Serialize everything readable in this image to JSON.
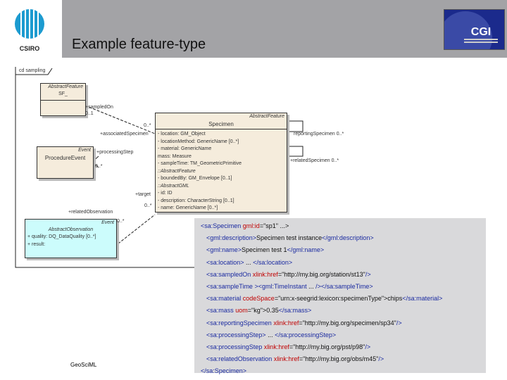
{
  "header": {
    "title": "Example feature-type",
    "left_logo_text": "CSIRO",
    "right_logo_text": "CGI"
  },
  "diagram": {
    "frame_label": "cd sampling",
    "abstract_feature_box": {
      "stereotype": "AbstractFeature",
      "name": "SF_"
    },
    "specimen": {
      "stereotype": "AbstractFeature",
      "name": "Specimen",
      "attributes": [
        "-  location: GM_Object",
        "-  locationMethod: GenericName [0..*]",
        "-  material: GenericName",
        "   mass: Measure",
        "-  sampleTime: TM_GeometricPrimitive",
        "::AbstractFeature",
        "-  boundedBy: GM_Envelope [0..1]",
        "::AbstractGML",
        "-  id: ID",
        "-  description: CharacterString [0..1]",
        "-  name: GenericName [0..*]"
      ]
    },
    "procedure_event": {
      "stereotype": "Event",
      "name": "ProcedureEvent"
    },
    "observation": {
      "stereotype": "Event",
      "name": "AbstractObservation",
      "attributes": [
        "+  quality: DQ_DataQuality [0..*]",
        "+  result:"
      ]
    },
    "labels": {
      "sampled_on": "+sampledOn",
      "sampled_on_mult": "0..1",
      "assoc_mult": "0..*",
      "associated": "+associatedSpecimen",
      "processing": "+processingStep",
      "processing_mult": "0..*",
      "target": "+target",
      "target_mult": "0..*",
      "related_obs": "+relatedObservation",
      "related_obs_mult": "0..*",
      "reporting": "reportingSpecimen 0..*",
      "related_spec": "+relatedSpecimen 0..*"
    }
  },
  "xml": {
    "lines": [
      [
        [
          "t",
          "<sa:Specimen "
        ],
        [
          "a",
          "gml:id"
        ],
        [
          "v",
          "=\"sp1\"    ...>"
        ]
      ],
      [
        [
          "t",
          "<gml:description>"
        ],
        [
          "v",
          "Specimen test instance"
        ],
        [
          "t",
          "</gml:description>"
        ]
      ],
      [
        [
          "t",
          "<gml:name>"
        ],
        [
          "v",
          "Specimen test 1"
        ],
        [
          "t",
          "</gml:name>"
        ]
      ],
      [
        [
          "t",
          "<sa:location>"
        ],
        [
          "v",
          "      ...    "
        ],
        [
          "t",
          "</sa:location>"
        ]
      ],
      [
        [
          "t",
          "<sa:sampledOn "
        ],
        [
          "a",
          "xlink:href"
        ],
        [
          "v",
          "=\"http://my.big.org/station/st13\""
        ],
        [
          "t",
          "/>"
        ]
      ],
      [
        [
          "t",
          "<sa:sampleTime ><gml:TimeInstant"
        ],
        [
          "v",
          " ...      "
        ],
        [
          "t",
          "/></sa:sampleTime>"
        ]
      ],
      [
        [
          "t",
          "<sa:material "
        ],
        [
          "a",
          "codeSpace"
        ],
        [
          "v",
          "=\"urn:x-seegrid:lexicon:specimenType\">chips"
        ],
        [
          "t",
          "</sa:material>"
        ]
      ],
      [
        [
          "t",
          "<sa:mass "
        ],
        [
          "a",
          "uom"
        ],
        [
          "v",
          "=\"kg\">0.35"
        ],
        [
          "t",
          "</sa:mass>"
        ]
      ],
      [
        [
          "t",
          "<sa:reportingSpecimen "
        ],
        [
          "a",
          "xlink:href"
        ],
        [
          "v",
          "=\"http://my.big.org/specimen/sp34\""
        ],
        [
          "t",
          "/>"
        ]
      ],
      [
        [
          "t",
          "<sa:processingStep>"
        ],
        [
          "v",
          "      ...    "
        ],
        [
          "t",
          "</sa:processingStep>"
        ]
      ],
      [
        [
          "t",
          "<sa:processingStep "
        ],
        [
          "a",
          "xlink:href"
        ],
        [
          "v",
          "=\"http://my.big.org/pst/p98\""
        ],
        [
          "t",
          "/>"
        ]
      ],
      [
        [
          "t",
          "<sa:relatedObservation "
        ],
        [
          "a",
          "xlink:href"
        ],
        [
          "v",
          "=\"http://my.big.org/obs/m45\""
        ],
        [
          "t",
          "/>"
        ]
      ],
      [
        [
          "t",
          "</sa:Specimen>"
        ]
      ]
    ]
  },
  "footer": {
    "text": "GeoSciML"
  },
  "colors": {
    "header": "#a3a3a6",
    "uml_box": "#f5ecdc",
    "observation_box": "#ccfcfc",
    "xml_tag": "#1a2aa0",
    "xml_attr": "#c00000"
  }
}
